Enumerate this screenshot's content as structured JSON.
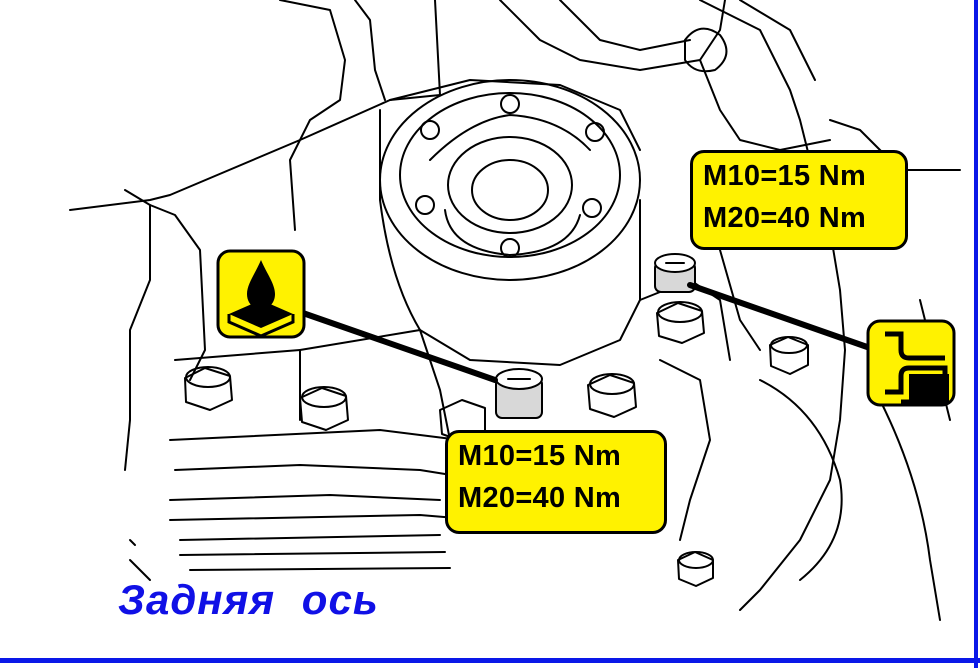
{
  "torque_labels": [
    {
      "line1": "M10=15 Nm",
      "line2": "M20=40 Nm"
    },
    {
      "line1": "M10=15 Nm",
      "line2": "M20=40 Nm"
    }
  ],
  "caption": "Задняя  ось",
  "icons": {
    "oil_fill": "oil-drop-fill-icon",
    "drain_plug": "drain-plug-icon"
  },
  "colors": {
    "label_fill": "#fff200",
    "caption": "#1010e6",
    "frame": "#0a18e8"
  }
}
